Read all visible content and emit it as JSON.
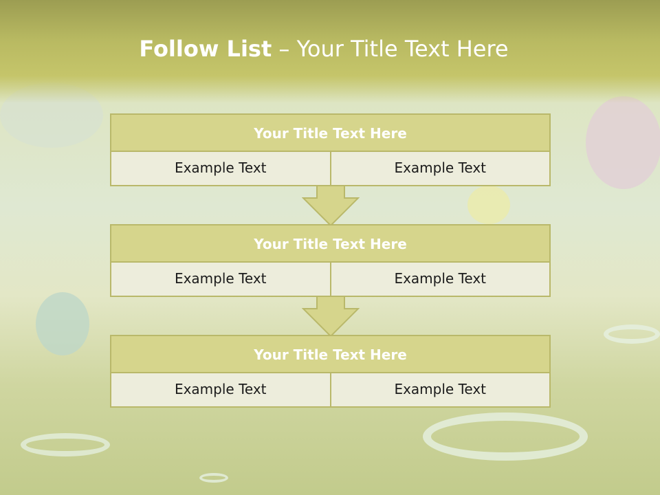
{
  "header": {
    "title_bold": "Follow List",
    "title_rest": " – Your Title Text Here"
  },
  "blocks": [
    {
      "title": "Your Title Text Here",
      "left": "Example Text",
      "right": "Example Text"
    },
    {
      "title": "Your Title Text Here",
      "left": "Example Text",
      "right": "Example Text"
    },
    {
      "title": "Your Title Text Here",
      "left": "Example Text",
      "right": "Example Text"
    }
  ],
  "colors": {
    "header_fill": "#d6d58c",
    "border": "#b9b86a",
    "cell_fill": "#ededdc",
    "arrow_fill": "#d6d58c"
  }
}
